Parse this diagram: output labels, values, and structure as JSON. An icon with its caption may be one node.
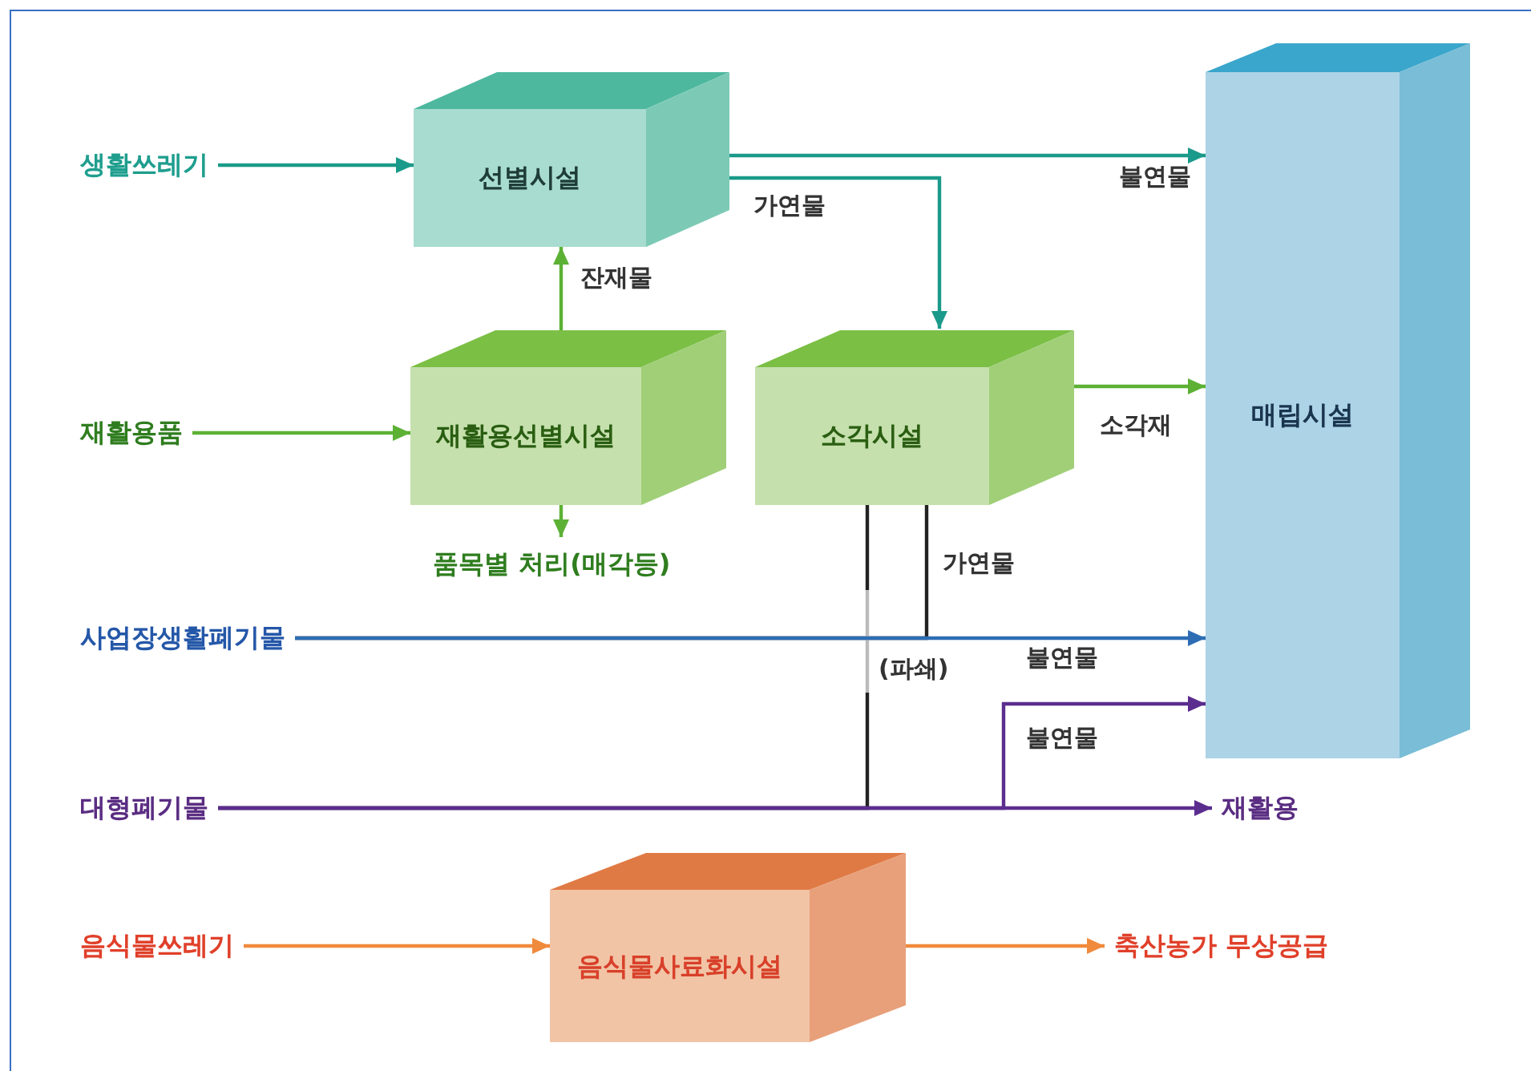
{
  "diagram": {
    "nodes": [
      {
        "text": [
          "생활쓰레기"
        ]
      },
      {
        "text": [
          "선별시설"
        ]
      },
      {
        "text": [
          "재활용품"
        ]
      },
      {
        "text": [
          "재활용선별시설"
        ]
      },
      {
        "text": [
          "품목별 처리(매각등)"
        ]
      },
      {
        "text": [
          "소각시설"
        ]
      },
      {
        "text": [
          "매립시설"
        ]
      },
      {
        "text": [
          "사업장생활폐기물"
        ]
      },
      {
        "text": [
          "대형폐기물"
        ]
      },
      {
        "text": [
          "재활용"
        ]
      },
      {
        "text": [
          "음식물쓰레기"
        ]
      },
      {
        "text": [
          "음식물사료화시설"
        ]
      },
      {
        "text": [
          "축산농가 무상공급"
        ]
      }
    ],
    "edges": [
      {
        "from": 0,
        "to": 1,
        "arrow": "to",
        "color": "#1a9a8a"
      },
      {
        "from": 1,
        "to": 6,
        "arrow": "to",
        "label": "불연물",
        "color": "#1a9a8a"
      },
      {
        "from": 1,
        "to": 5,
        "arrow": "to",
        "label": "가연물",
        "color": "#1a9a8a"
      },
      {
        "from": 3,
        "to": 1,
        "arrow": "to",
        "label": "잔재물",
        "color": "#5cb135"
      },
      {
        "from": 2,
        "to": 3,
        "arrow": "to",
        "color": "#5cb135"
      },
      {
        "from": 3,
        "to": 4,
        "arrow": "to",
        "color": "#5cb135"
      },
      {
        "from": 5,
        "to": 6,
        "arrow": "to",
        "label": "소각재",
        "color": "#5cb135"
      },
      {
        "from": 7,
        "to": 6,
        "arrow": "to",
        "label": "불연물",
        "color": "#2e6db4"
      },
      {
        "from": 7,
        "to": 5,
        "arrow": "none",
        "label": "가연물",
        "color": "#222222"
      },
      {
        "from": 8,
        "to": 5,
        "arrow": "none",
        "label": "(파쇄)",
        "color": "#222222"
      },
      {
        "from": 8,
        "to": 9,
        "arrow": "to",
        "color": "#5b2d8e"
      },
      {
        "from": 8,
        "to": 6,
        "arrow": "to",
        "label": "불연물",
        "color": "#5b2d8e"
      },
      {
        "from": 10,
        "to": 11,
        "arrow": "to",
        "color": "#f08a3c"
      },
      {
        "from": 11,
        "to": 12,
        "arrow": "to",
        "color": "#f08a3c"
      }
    ]
  }
}
